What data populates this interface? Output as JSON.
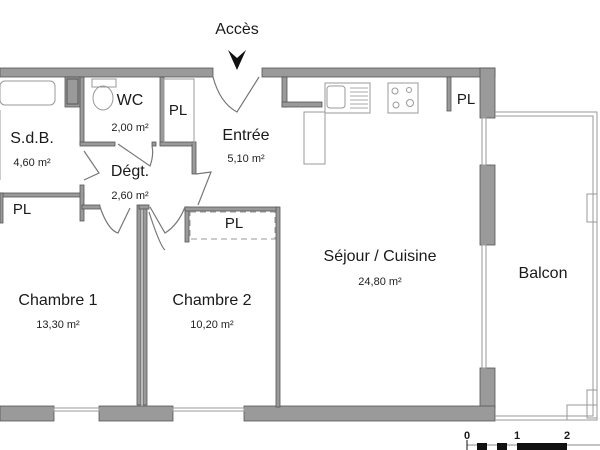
{
  "plan": {
    "access_label": "Accès",
    "colors": {
      "wall": "#9a9a9a",
      "wall_stroke": "#555555",
      "fixture": "#aaaaaa",
      "text": "#1a1a1a"
    },
    "rooms": [
      {
        "id": "sdb",
        "name": "S.d.B.",
        "area": "4,60 m²"
      },
      {
        "id": "wc",
        "name": "WC",
        "area": "2,00 m²"
      },
      {
        "id": "entree",
        "name": "Entrée",
        "area": "5,10 m²"
      },
      {
        "id": "degt",
        "name": "Dégt.",
        "area": "2,60 m²"
      },
      {
        "id": "sejour",
        "name": "Séjour / Cuisine",
        "area": "24,80 m²"
      },
      {
        "id": "chambre1",
        "name": "Chambre 1",
        "area": "13,30 m²"
      },
      {
        "id": "chambre2",
        "name": "Chambre 2",
        "area": "10,20 m²"
      },
      {
        "id": "balcon",
        "name": "Balcon"
      }
    ],
    "closets": [
      "PL",
      "PL",
      "PL",
      "PL"
    ],
    "scale": {
      "ticks": [
        "0",
        "1",
        "2"
      ]
    }
  }
}
